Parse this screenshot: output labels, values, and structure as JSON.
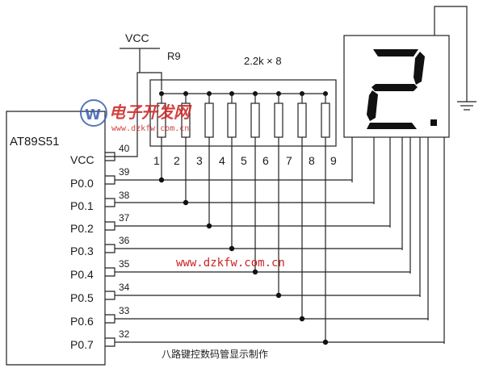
{
  "chip": {
    "name": "AT89S51",
    "pins": [
      {
        "label": "VCC",
        "num": "40"
      },
      {
        "label": "P0.0",
        "num": "39"
      },
      {
        "label": "P0.1",
        "num": "38"
      },
      {
        "label": "P0.2",
        "num": "37"
      },
      {
        "label": "P0.3",
        "num": "36"
      },
      {
        "label": "P0.4",
        "num": "35"
      },
      {
        "label": "P0.5",
        "num": "34"
      },
      {
        "label": "P0.6",
        "num": "33"
      },
      {
        "label": "P0.7",
        "num": "32"
      }
    ]
  },
  "power": {
    "vcc_label": "VCC"
  },
  "resistor_pack": {
    "ref": "R9",
    "value": "2.2k × 8",
    "pins": [
      "1",
      "2",
      "3",
      "4",
      "5",
      "6",
      "7",
      "8",
      "9"
    ]
  },
  "watermark": {
    "logo_text": "电子开发网",
    "url_top": "www.dzkfw.com.cn",
    "url_mid": "www.dzkfw.com.cn"
  },
  "caption": "八路键控数码管显示制作"
}
